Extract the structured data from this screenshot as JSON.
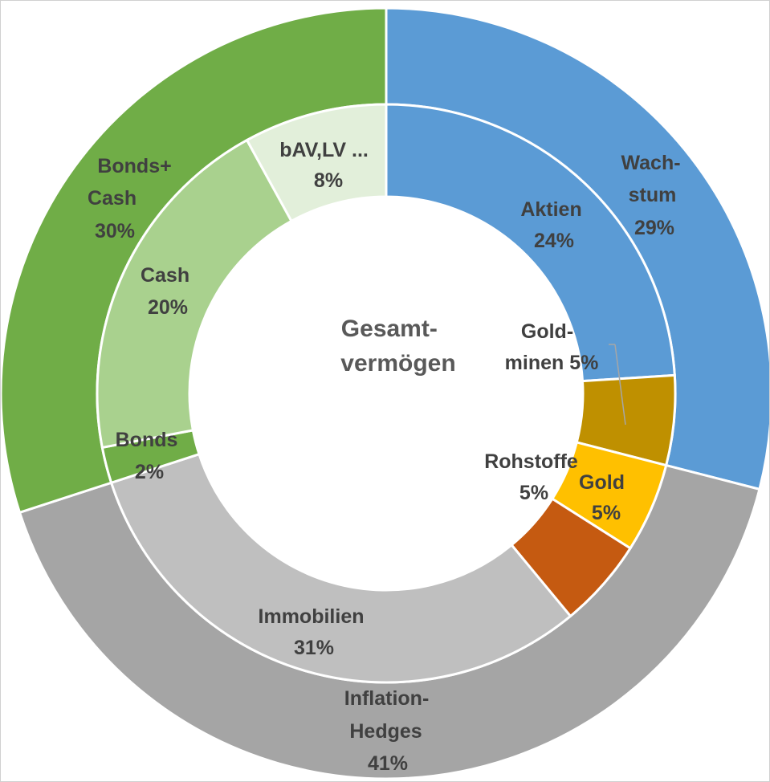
{
  "chart_data": {
    "type": "pie",
    "variant": "double-donut",
    "center_label": [
      "Gesamt-",
      "vermögen"
    ],
    "outer_ring": [
      {
        "label": [
          "Wach-",
          "stum",
          "29%"
        ],
        "value": 29,
        "color": "#5b9bd5"
      },
      {
        "label": [
          "Inflation-",
          "Hedges",
          "41%"
        ],
        "value": 41,
        "color": "#a5a5a5"
      },
      {
        "label": [
          "Bonds+",
          "Cash",
          "30%"
        ],
        "value": 30,
        "color": "#70ad47"
      }
    ],
    "inner_ring": [
      {
        "label": [
          "Aktien",
          "24%"
        ],
        "value": 24,
        "color": "#5b9bd5"
      },
      {
        "label": [
          "Gold-",
          "minen 5%"
        ],
        "value": 5,
        "color": "#bf9000"
      },
      {
        "label": [
          "Gold",
          "5%"
        ],
        "value": 5,
        "color": "#ffc000"
      },
      {
        "label": [
          "Rohstoffe",
          "5%"
        ],
        "value": 5,
        "color": "#c55a11"
      },
      {
        "label": [
          "Immobilien",
          "31%"
        ],
        "value": 31,
        "color": "#bfbfbf"
      },
      {
        "label": [
          "Bonds",
          "2%"
        ],
        "value": 2,
        "color": "#70ad47"
      },
      {
        "label": [
          "Cash",
          "20%"
        ],
        "value": 20,
        "color": "#a9d18e"
      },
      {
        "label": [
          "bAV,LV ...",
          "8%"
        ],
        "value": 8,
        "color": "#e2efda"
      }
    ]
  }
}
